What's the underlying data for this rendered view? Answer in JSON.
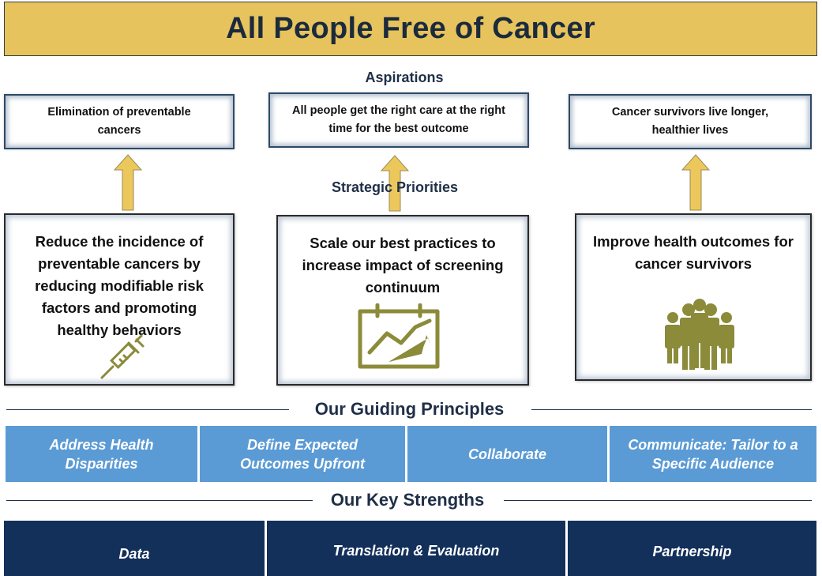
{
  "title": "All People Free of Cancer",
  "aspirations": {
    "heading": "Aspirations",
    "items": [
      "Elimination of preventable cancers",
      "All people get the right care at the right time for the best outcome",
      "Cancer survivors live longer, healthier lives"
    ]
  },
  "strategic_priorities": {
    "heading": "Strategic Priorities",
    "items": [
      {
        "text": "Reduce the incidence of preventable cancers by reducing modifiable risk factors and promoting healthy behaviors",
        "icon": "syringe-icon"
      },
      {
        "text": "Scale our best practices to increase impact of screening continuum",
        "icon": "calendar-chart-icon"
      },
      {
        "text": "Improve health outcomes for cancer survivors",
        "icon": "people-group-icon"
      }
    ]
  },
  "guiding_principles": {
    "heading": "Our Guiding Principles",
    "items": [
      "Address Health Disparities",
      "Define Expected Outcomes Upfront",
      "Collaborate",
      "Communicate: Tailor to a Specific Audience"
    ]
  },
  "key_strengths": {
    "heading": "Our Key Strengths",
    "items": [
      "Data",
      "Translation & Evaluation",
      "Partnership"
    ]
  },
  "colors": {
    "title_bg": "#e6c35c",
    "heading_text": "#1f2f47",
    "arrow_fill": "#ecc85c",
    "icon_olive": "#8b8b3a",
    "principles_bg": "#5b9bd5",
    "strengths_bg": "#13305a"
  }
}
